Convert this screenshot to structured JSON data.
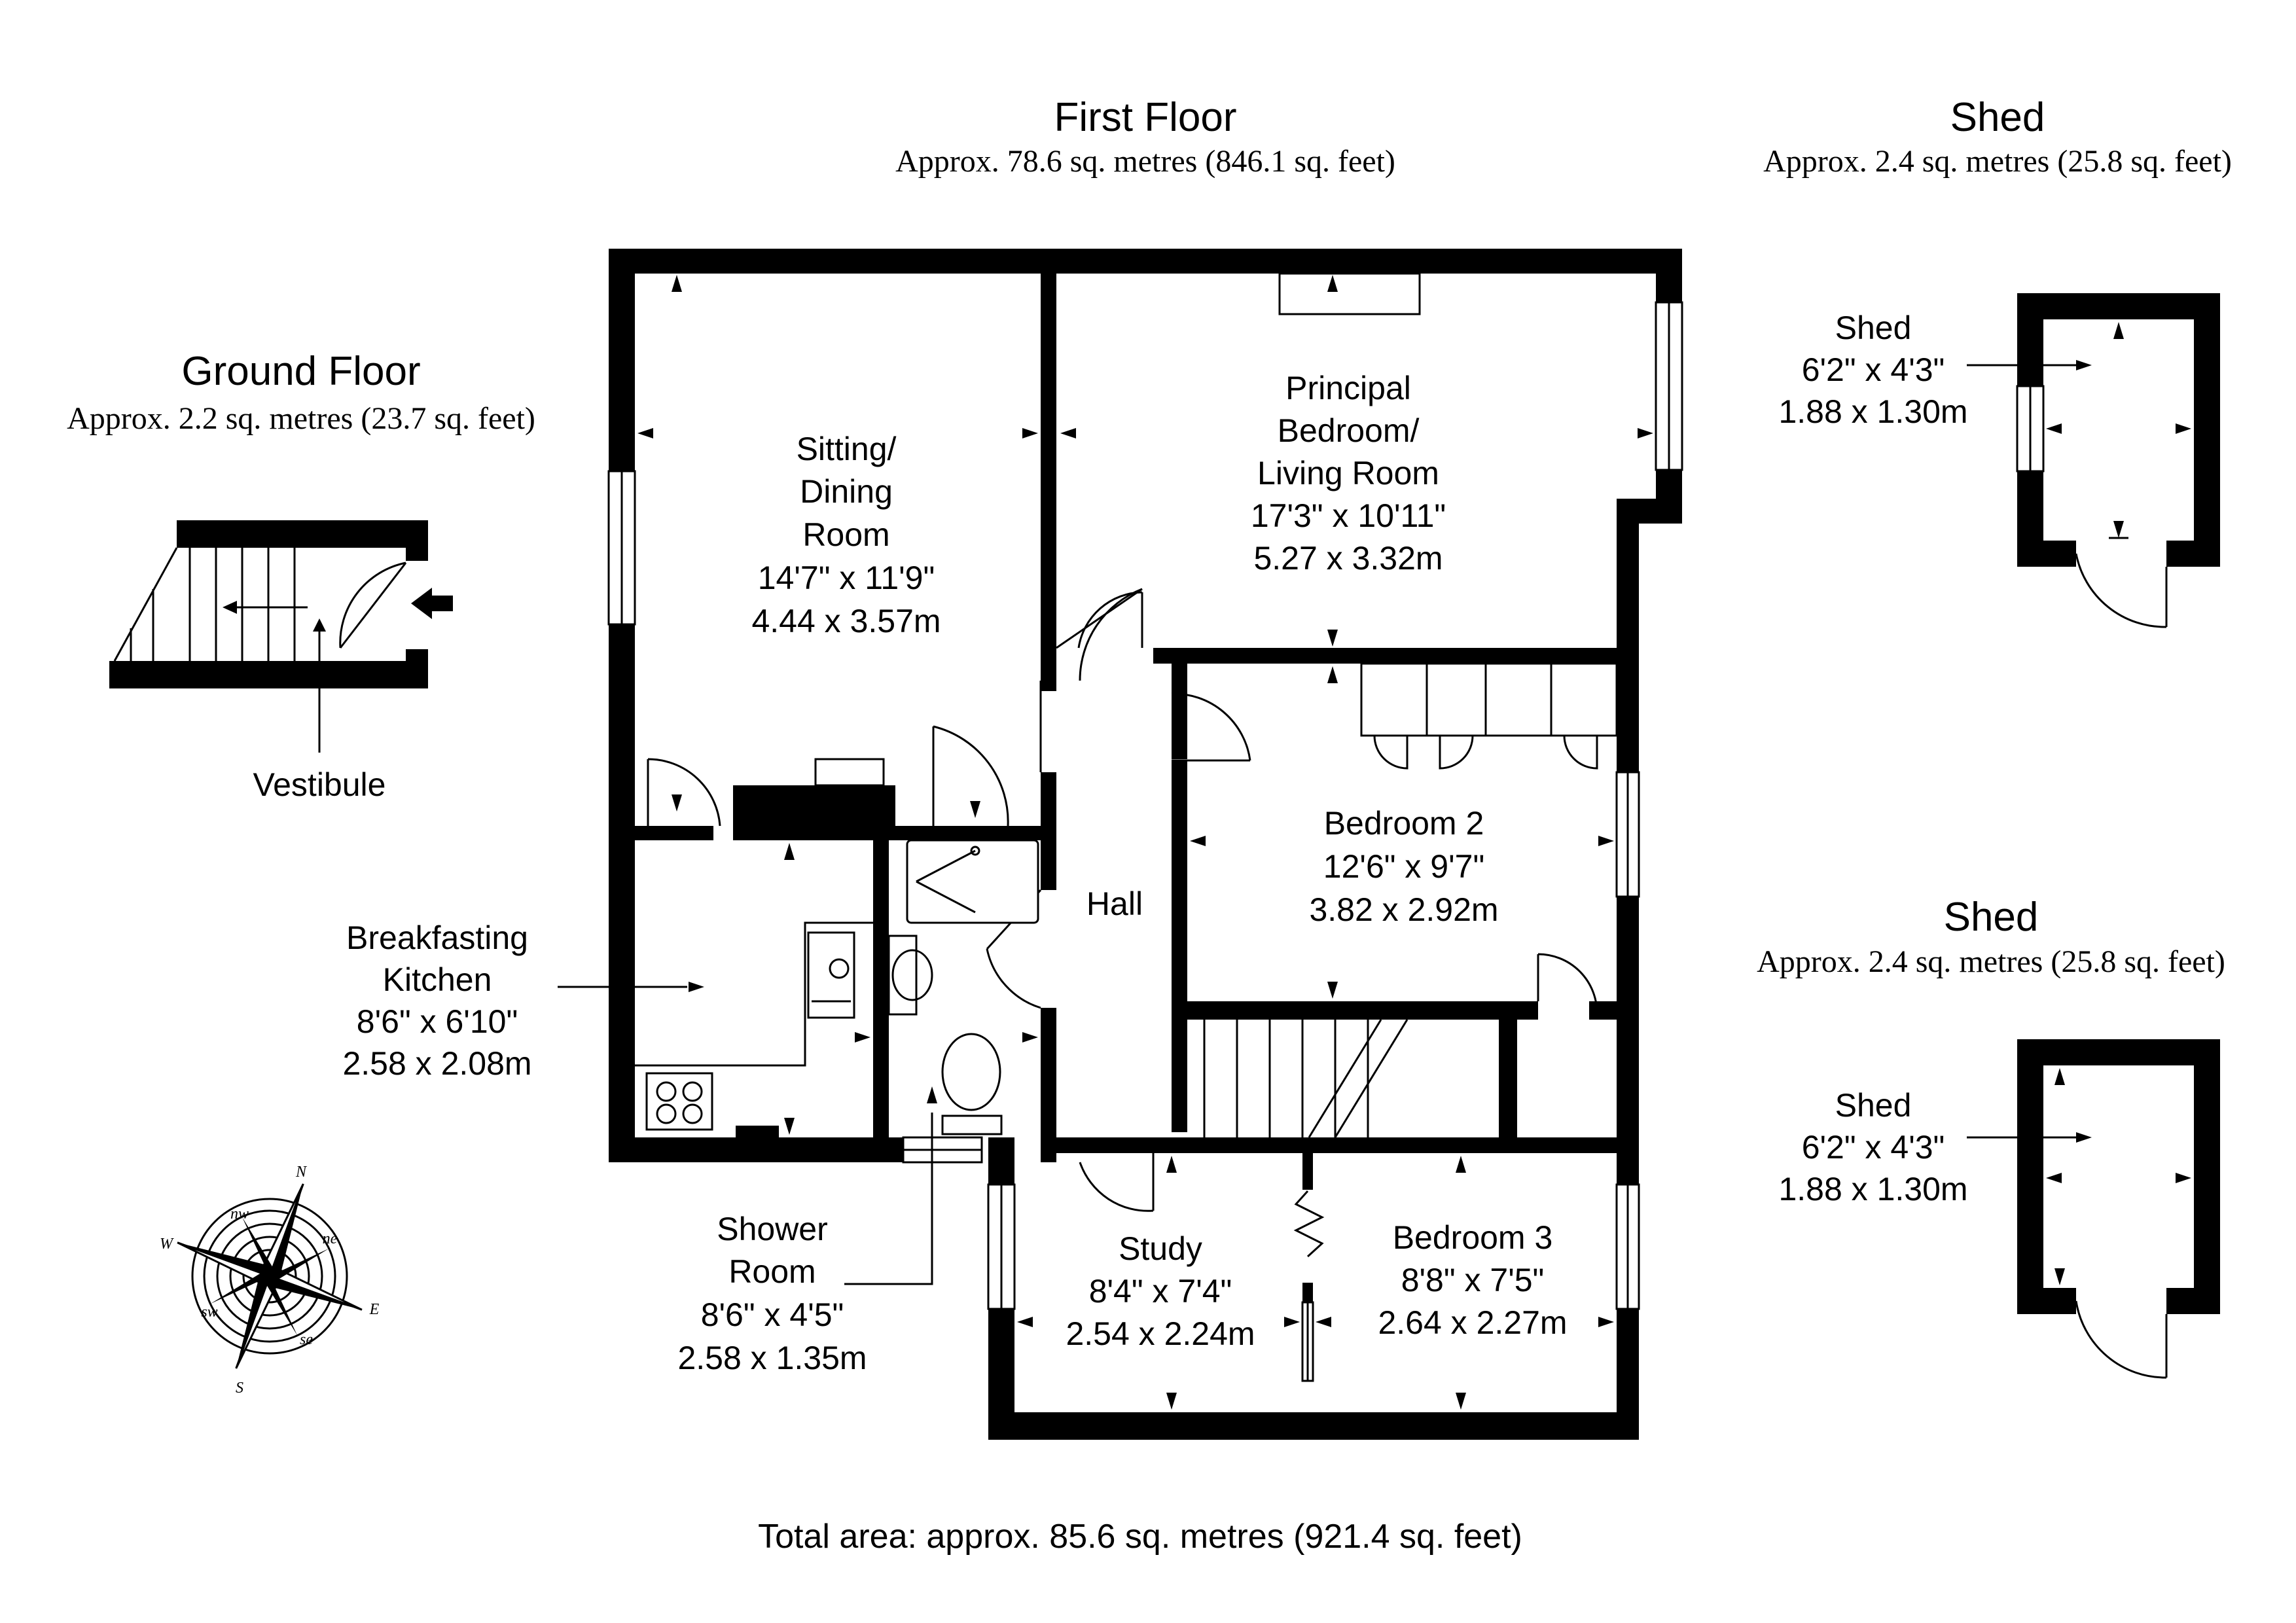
{
  "headers": {
    "first_floor": {
      "title": "First Floor",
      "area": "Approx. 78.6 sq. metres (846.1 sq. feet)"
    },
    "ground_floor": {
      "title": "Ground Floor",
      "area": "Approx. 2.2 sq. metres (23.7 sq. feet)"
    },
    "shed_top": {
      "title": "Shed",
      "area": "Approx. 2.4 sq. metres (25.8 sq. feet)"
    },
    "shed_bottom": {
      "title": "Shed",
      "area": "Approx. 2.4 sq. metres (25.8 sq. feet)"
    }
  },
  "rooms": {
    "sitting": [
      "Sitting/",
      "Dining",
      "Room",
      "14'7\" x 11'9\"",
      "4.44 x 3.57m"
    ],
    "principal": [
      "Principal",
      "Bedroom/",
      "Living  Room",
      "17'3\" x 10'11\"",
      "5.27 x 3.32m"
    ],
    "bedroom2": [
      "Bedroom 2",
      "12'6\" x 9'7\"",
      "3.82 x 2.92m"
    ],
    "hall": [
      "Hall"
    ],
    "kitchen": [
      "Breakfasting",
      "Kitchen",
      "8'6\" x 6'10\"",
      "2.58 x 2.08m"
    ],
    "shower": [
      "Shower",
      "Room",
      "8'6\" x 4'5\"",
      "2.58 x 1.35m"
    ],
    "study": [
      "Study",
      "8'4\" x 7'4\"",
      "2.54 x 2.24m"
    ],
    "bedroom3": [
      "Bedroom 3",
      "8'8\" x 7'5\"",
      "2.64 x 2.27m"
    ],
    "vestibule": [
      "Vestibule"
    ],
    "shed_top": [
      "Shed",
      "6'2\" x 4'3\"",
      "1.88 x 1.30m"
    ],
    "shed_bottom": [
      "Shed",
      "6'2\" x 4'3\"",
      "1.88 x 1.30m"
    ]
  },
  "compass": {
    "n": "N",
    "e": "E",
    "s": "S",
    "w": "W",
    "ne": "ne",
    "nw": "nw",
    "se": "se",
    "sw": "sw"
  },
  "total": "Total area: approx. 85.6 sq. metres (921.4 sq. feet)"
}
